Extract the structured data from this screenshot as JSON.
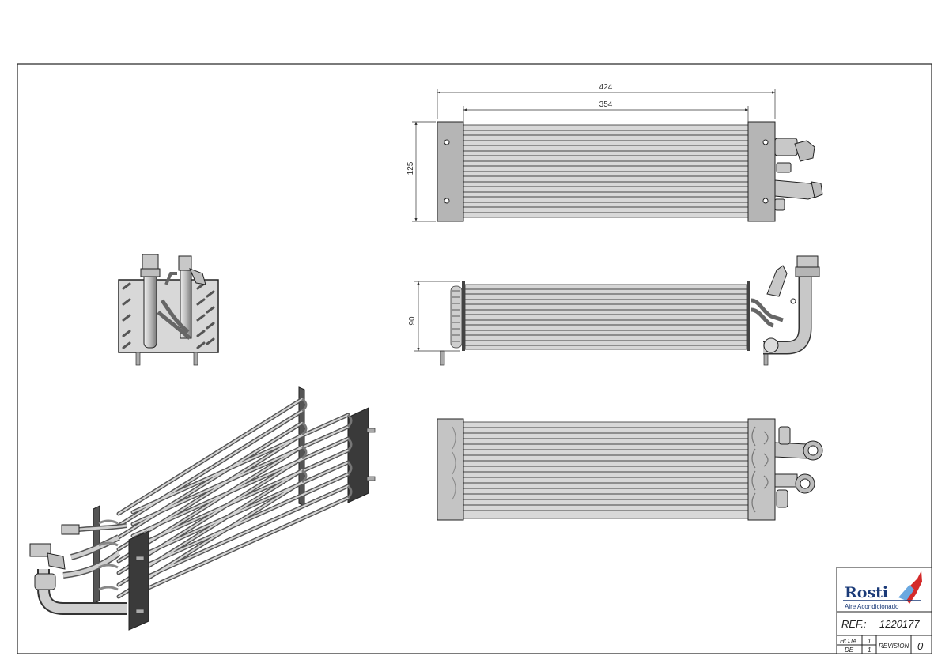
{
  "drawing": {
    "dimensions": {
      "overall_length": "424",
      "tube_length": "354",
      "height": "125",
      "depth": "90"
    }
  },
  "title_block": {
    "logo_text": "Rosti",
    "logo_subtitle": "Aire Acondicionado",
    "ref_label": "REF.:",
    "ref_value": "1220177",
    "hoja_label": "HOJA",
    "hoja_value": "1",
    "de_label": "DE",
    "de_value": "1",
    "revision_label": "REVISION",
    "revision_value": "0",
    "brand_colors": {
      "navy": "#1a3a78",
      "red": "#d42a2a",
      "sky": "#6aa8e0"
    }
  }
}
